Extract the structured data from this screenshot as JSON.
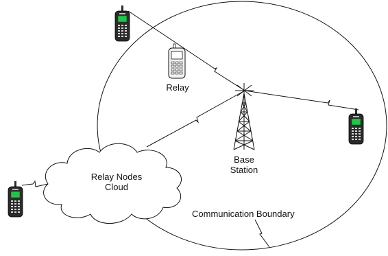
{
  "labels": {
    "relay": "Relay",
    "base_station_line1": "Base",
    "base_station_line2": "Station",
    "cloud_line1": "Relay Nodes",
    "cloud_line2": "Cloud",
    "boundary": "Communication Boundary"
  },
  "colors": {
    "line": "#111111",
    "phone_body": "#2b2b2b",
    "phone_screen": "#27c24c",
    "relay_phone_body": "#f2f2f2"
  },
  "icons": [
    "cell-phone-icon",
    "relay-phone-icon",
    "tower-icon",
    "cloud-icon"
  ]
}
